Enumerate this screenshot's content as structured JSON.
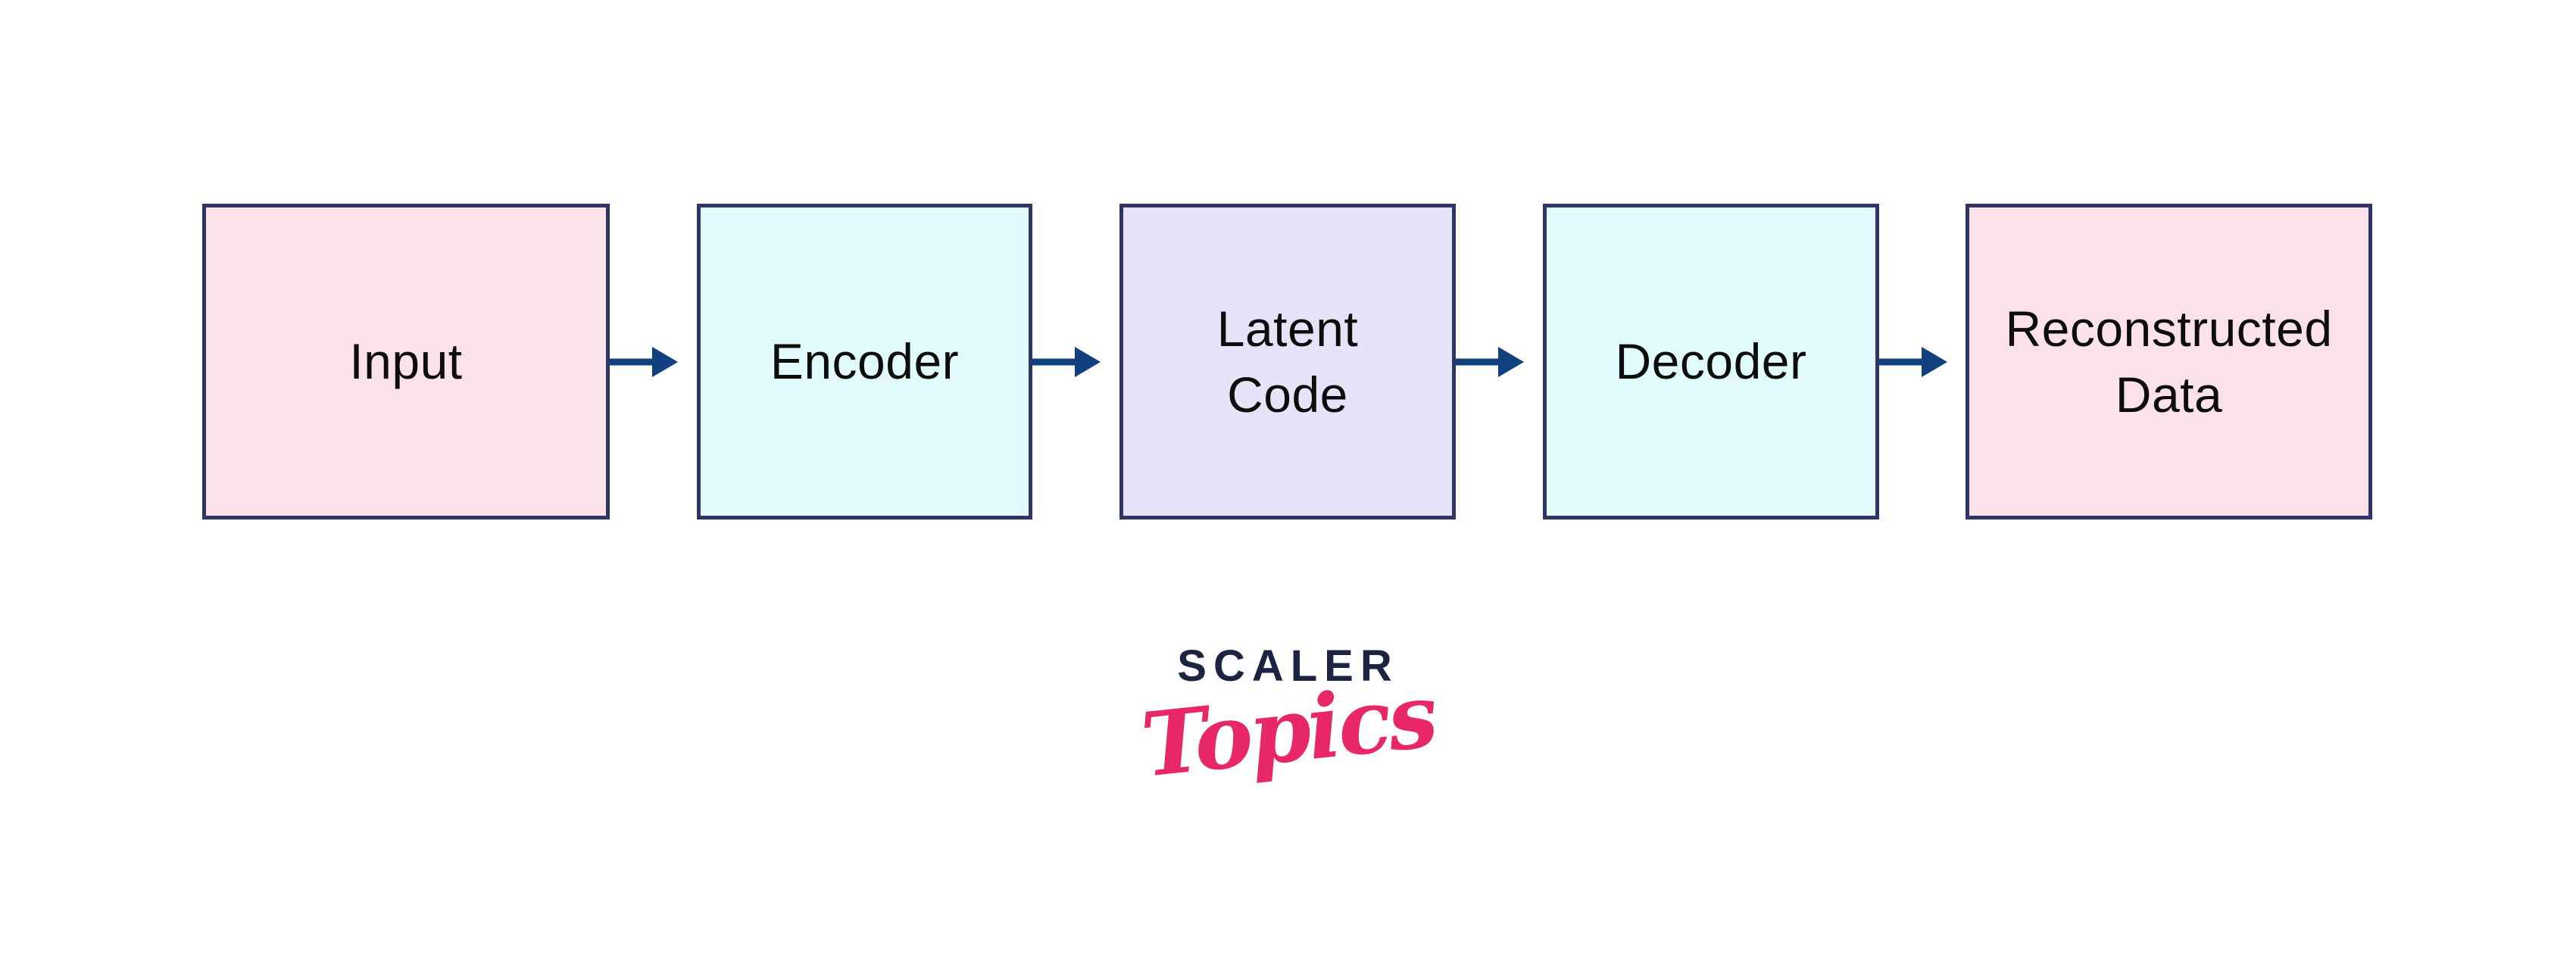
{
  "diagram": {
    "title": "Autoencoder flow diagram",
    "boxes": [
      {
        "label": "Input",
        "fill": "#fbe1e9"
      },
      {
        "label": "Encoder",
        "fill": "#e1fafc"
      },
      {
        "label": "Latent\nCode",
        "fill": "#e6e2f8"
      },
      {
        "label": "Decoder",
        "fill": "#e1fafc"
      },
      {
        "label": "Reconstructed\nData",
        "fill": "#fbe1e9"
      }
    ],
    "flow": [
      "Input",
      "Encoder",
      "Latent Code",
      "Decoder",
      "Reconstructed Data"
    ],
    "border_color": "#2f3566",
    "arrow_color": "#11407f",
    "label_color": "#0d0d0d"
  },
  "logo": {
    "brand": "SCALER",
    "sub": "Topics",
    "brand_color": "#1b2440",
    "sub_color": "#e82767"
  }
}
